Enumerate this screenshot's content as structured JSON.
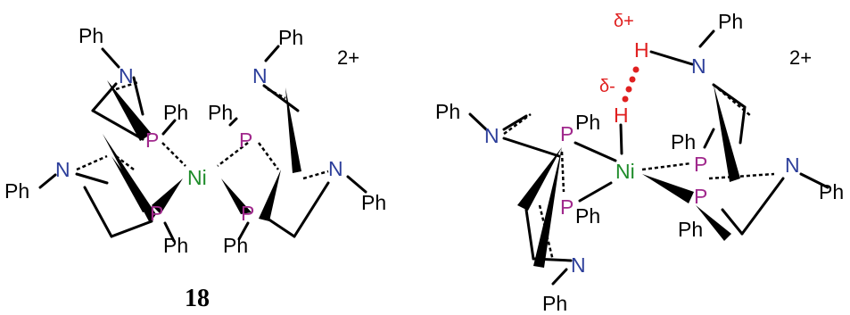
{
  "colors": {
    "bond": "#000000",
    "nitrogen": "#2c3e9a",
    "phosphorus": "#a0288c",
    "nickel": "#1e8c2a",
    "hydrogen": "#e02020",
    "text": "#000000"
  },
  "left_complex": {
    "label": "18",
    "charge": "2+",
    "atoms": {
      "n_top_left": "N",
      "ph_n_top_left": "Ph",
      "n_top_right": "N",
      "ph_n_top_right": "Ph",
      "p_upper_left": "P",
      "ph_p_upper_left": "Ph",
      "p_upper_right": "P",
      "ph_p_upper_right": "Ph",
      "ni": "Ni",
      "n_mid_left": "N",
      "ph_n_mid_left": "Ph",
      "n_mid_right": "N",
      "ph_n_mid_right": "Ph",
      "p_lower_left": "P",
      "ph_p_lower_left": "Ph",
      "p_lower_right": "P",
      "ph_p_lower_right": "Ph"
    }
  },
  "right_complex": {
    "charge": "2+",
    "atoms": {
      "delta_plus": "δ+",
      "delta_minus": "δ-",
      "h_upper": "H",
      "h_lower": "H",
      "n_top": "N",
      "ph_n_top": "Ph",
      "n_left": "N",
      "ph_n_left": "Ph",
      "p_upper_left": "P",
      "ph_p_upper_left": "Ph",
      "p_lower_left": "P",
      "ph_p_lower_left": "Ph",
      "ni": "Ni",
      "p_upper_right": "P",
      "ph_p_upper_right": "Ph",
      "p_lower_right": "P",
      "ph_p_lower_right": "Ph",
      "n_right": "N",
      "ph_n_right": "Ph",
      "n_bottom": "N",
      "ph_n_bottom": "Ph"
    }
  }
}
